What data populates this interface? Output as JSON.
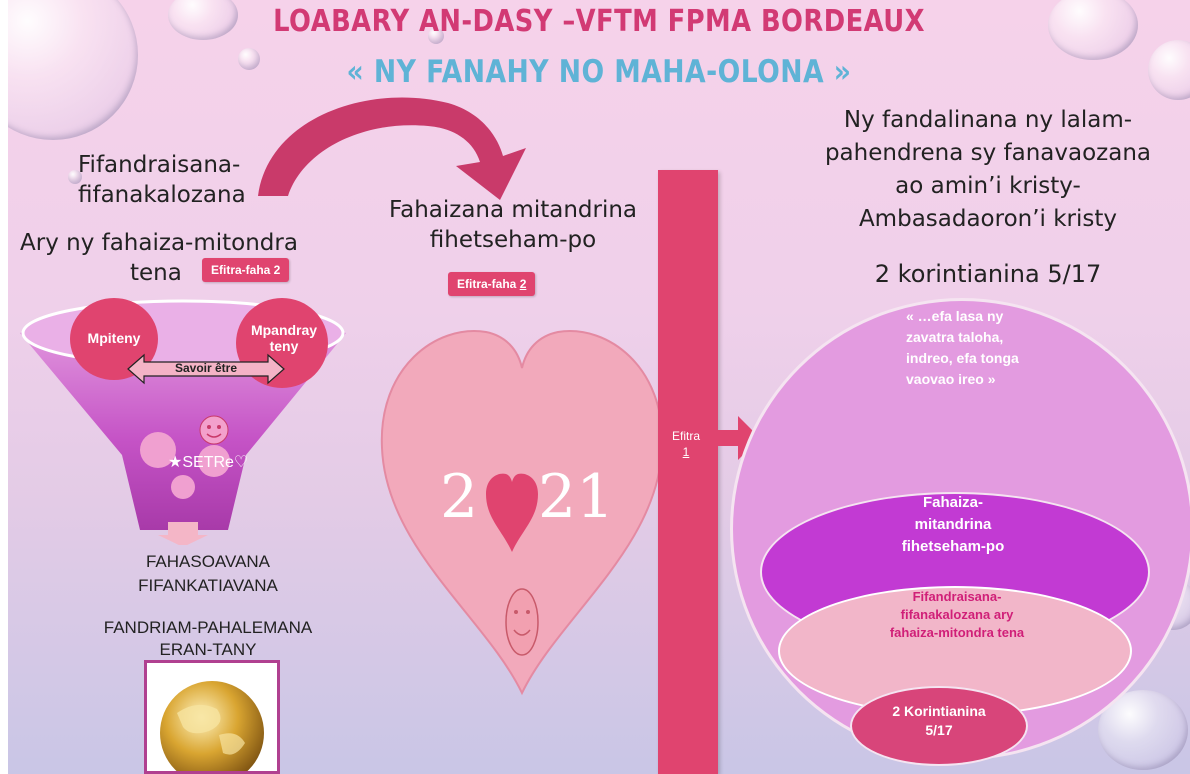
{
  "title": "LOABARY AN-DASY –VFTM FPMA BORDEAUX",
  "subtitle": "« NY FANAHY NO MAHA-OLONA »",
  "left": {
    "heading_line1": "Fifandraisana-",
    "heading_line2": "fifanakalozana",
    "ary_line1": "Ary ny fahaiza-mitondra",
    "ary_line2": "tena",
    "tag": "Efitra-faha 2",
    "funnel_left": "Mpiteny",
    "funnel_right": "Mpandray teny",
    "savoir": "Savoir être",
    "setre": "SETRe",
    "caption1": "FAHASOAVANA",
    "caption2": "FIFANKATIAVANA",
    "caption3": "FANDRIAM-PAHALEMANA",
    "caption4": "ERAN-TANY"
  },
  "middle": {
    "heading_line1": "Fahaizana mitandrina",
    "heading_line2": "fihetseham-po",
    "tag_prefix": "Efitra-faha ",
    "tag_num": "2",
    "year_left": "2",
    "year_right": "21"
  },
  "column": {
    "label1": "Efitra",
    "label2": "1"
  },
  "right": {
    "line1": "Ny fandalinana ny lalam-",
    "line2": "pahendrena sy fanavaozana",
    "line3": "ao amin’i kristy-",
    "line4": "Ambasadaoron’i kristy",
    "verse": "2 korintianina 5/17",
    "quote": "« …efa lasa ny zavatra taloha, indreo, efa tonga vaovao ireo »",
    "layer1": "Fahaiza-mitandrina fihetseham-po",
    "layer2": "Fifandraisana-fifanakalozana ary fahaiza-mitondra tena",
    "layer3": "2 Korintianina 5/17"
  },
  "colors": {
    "title": "#d23a74",
    "subtitle": "#5fb3d6",
    "pink": "#e0446f",
    "heart": "#f2a9bb",
    "purple": "#c23ad3"
  }
}
